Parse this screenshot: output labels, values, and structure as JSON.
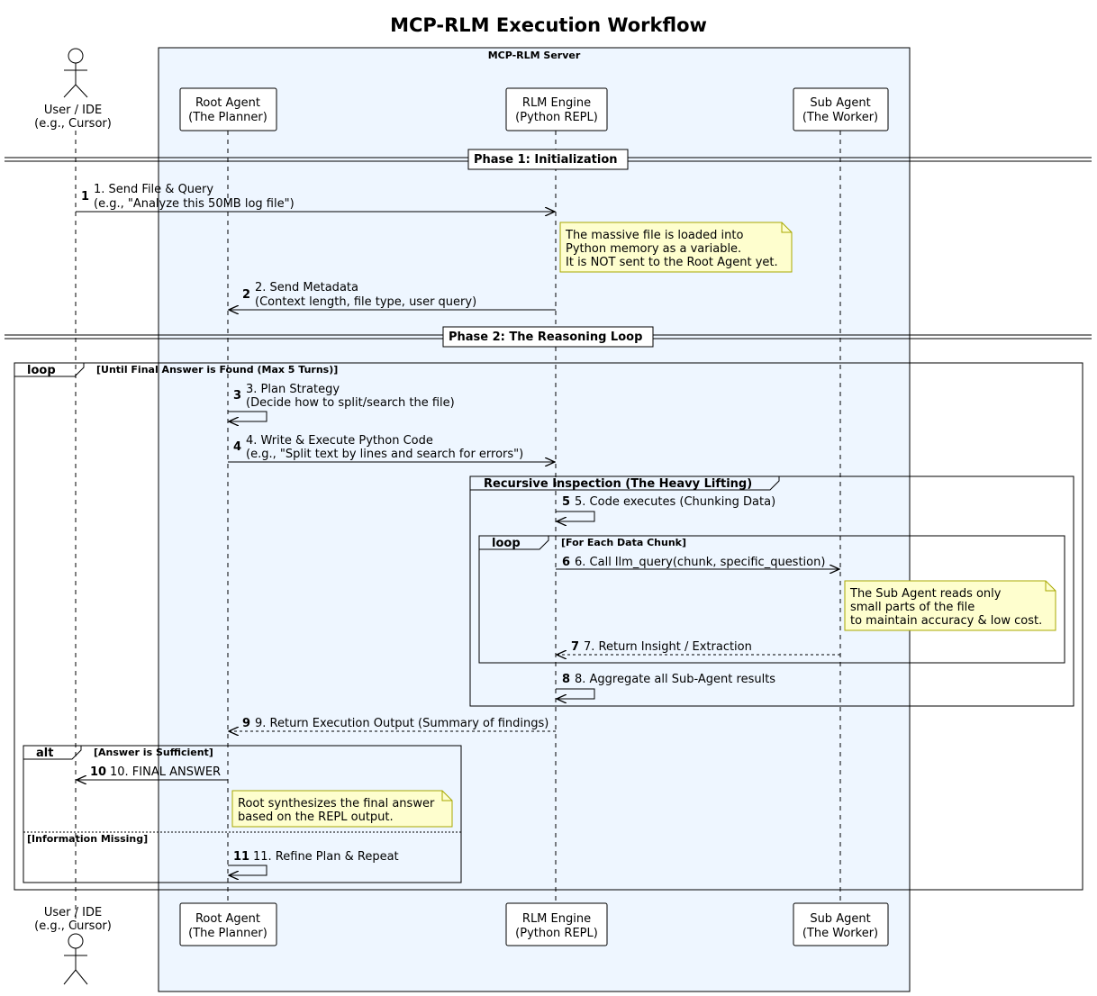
{
  "title": "MCP-RLM Execution Workflow",
  "server_box": {
    "label": "MCP-RLM Server",
    "color": "#eef6ff"
  },
  "note_color": "#fefece",
  "participants": {
    "user": {
      "line1": "User / IDE",
      "line2": "(e.g., Cursor)",
      "type": "actor"
    },
    "root": {
      "line1": "Root Agent",
      "line2": "(The Planner)"
    },
    "rlm": {
      "line1": "RLM Engine",
      "line2": "(Python REPL)"
    },
    "sub": {
      "line1": "Sub Agent",
      "line2": "(The Worker)"
    }
  },
  "dividers": {
    "phase1": "Phase 1: Initialization",
    "phase2": "Phase 2: The Reasoning Loop"
  },
  "messages": {
    "m1": {
      "num": "1",
      "line1": "1. Send File & Query",
      "line2": "(e.g., \"Analyze this 50MB log file\")"
    },
    "m2": {
      "num": "2",
      "line1": "2. Send Metadata",
      "line2": "(Context length, file type, user query)"
    },
    "m3": {
      "num": "3",
      "line1": "3. Plan Strategy",
      "line2": "(Decide how to split/search the file)"
    },
    "m4": {
      "num": "4",
      "line1": "4. Write & Execute Python Code",
      "line2": "(e.g., \"Split text by lines and search for errors\")"
    },
    "m5": {
      "num": "5",
      "line1": "5. Code executes (Chunking Data)"
    },
    "m6": {
      "num": "6",
      "line1": "6. Call llm_query(chunk, specific_question)"
    },
    "m7": {
      "num": "7",
      "line1": "7. Return Insight / Extraction"
    },
    "m8": {
      "num": "8",
      "line1": "8. Aggregate all Sub-Agent results"
    },
    "m9": {
      "num": "9",
      "line1": "9. Return Execution Output (Summary of findings)"
    },
    "m10": {
      "num": "10",
      "line1": "10. FINAL ANSWER"
    },
    "m11": {
      "num": "11",
      "line1": "11. Refine Plan & Repeat"
    }
  },
  "notes": {
    "n1": {
      "line1": "The massive file is loaded into",
      "line2": "Python memory as a variable.",
      "line3": "It is NOT sent to the Root Agent yet."
    },
    "n2": {
      "line1": "The Sub Agent reads only",
      "line2": "small parts of the file",
      "line3": "to maintain accuracy & low cost."
    },
    "n3": {
      "line1": "Root synthesizes the final answer",
      "line2": "based on the REPL output."
    }
  },
  "fragments": {
    "loop_outer": {
      "keyword": "loop",
      "condition": "[Until Final Answer is Found (Max 5 Turns)]"
    },
    "group": {
      "label": "Recursive Inspection (The Heavy Lifting)"
    },
    "loop_inner": {
      "keyword": "loop",
      "condition": "[For Each Data Chunk]"
    },
    "alt": {
      "keyword": "alt",
      "condition": "[Answer is Sufficient]",
      "else_condition": "[Information Missing]"
    }
  }
}
